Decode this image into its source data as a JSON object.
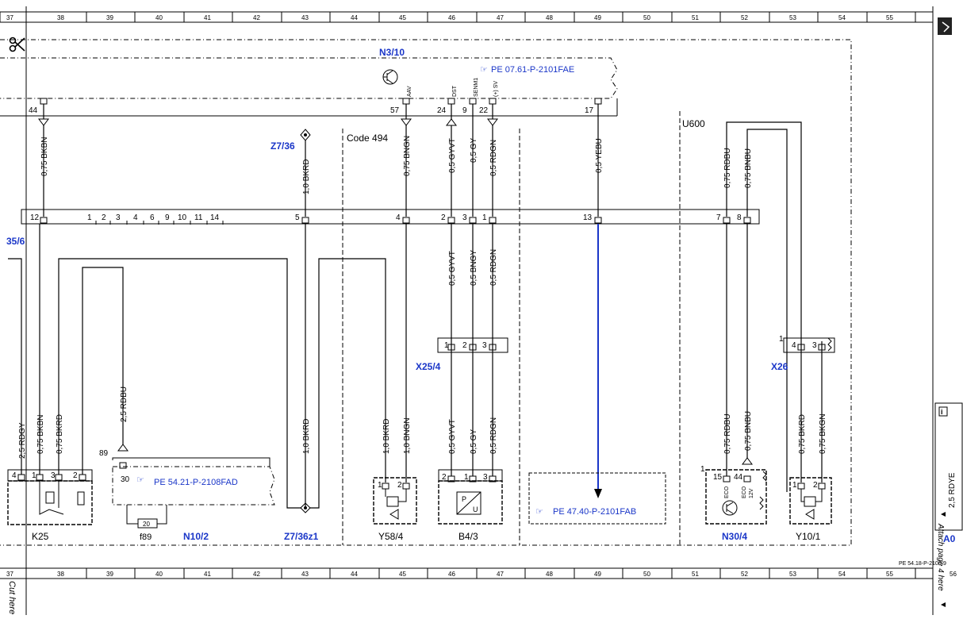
{
  "grid": {
    "columns": [
      "37",
      "38",
      "39",
      "40",
      "41",
      "42",
      "43",
      "44",
      "45",
      "46",
      "47",
      "48",
      "49",
      "50",
      "51",
      "52",
      "53",
      "54",
      "55",
      "56"
    ]
  },
  "modules": {
    "n3_10": {
      "label": "N3/10",
      "ref": "PE 07.61-P-2101FAE"
    },
    "z7_36": "Z7/36",
    "code_494": "Code 494",
    "u600": "U600",
    "x25_4": "X25/4",
    "x26": "X26",
    "k25": "K25",
    "f89": "f89",
    "f89_value": "20",
    "n10_2": {
      "label": "N10/2",
      "ref": "PE 54.21-P-2108FAD"
    },
    "z7_36z1": "Z7/36z1",
    "y58_4": "Y58/4",
    "b4_3": "B4/3",
    "pe_47_40": "PE 47.40-P-2101FAB",
    "n30_4": "N30/4",
    "y10_1": "Y10/1",
    "partial_left": "35/6",
    "partial_right": "A0",
    "doc_id": "PE 54.18-P-2100-9",
    "cut_here": "Cut here",
    "attach_page": "Attach page 4 here",
    "right_wire": "2,5 RDYE"
  },
  "top_connector": {
    "pins": [
      "44",
      "57",
      "24",
      "9",
      "22",
      "17"
    ],
    "signals": [
      "AAV",
      "DST",
      "SENM1",
      "(+) SV"
    ]
  },
  "wires_upper": [
    "0,75 BKBN",
    "1,0 BKRD",
    "0,75 BNGN",
    "0,5 GYVT",
    "0,5 GY",
    "0,5 RDGN",
    "0,5 YEBU",
    "0,75 RDBU",
    "0,75 BNBU"
  ],
  "mid_connector": {
    "pins": [
      "12",
      "5",
      "4",
      "2",
      "3",
      "1",
      "13",
      "7",
      "8"
    ],
    "spare": [
      "1",
      "2",
      "3",
      "4",
      "6",
      "9",
      "10",
      "11",
      "14"
    ]
  },
  "wires_mid": [
    "0,5 GYVT",
    "0,5 BNGY",
    "0,5 RDGN"
  ],
  "x25_4_pins": [
    "1",
    "2",
    "3"
  ],
  "x26_pins": [
    "1",
    "4",
    "3"
  ],
  "wires_lower": [
    "2,5 RDGY",
    "0,75 BKBN",
    "0,75 BKRD",
    "2,5 RDBU",
    "1,0 BKRD",
    "1,0 BKRD",
    "1,0 BNGN",
    "0,5 GYVT",
    "0,5 GY",
    "0,5 RDGN",
    "0,75 RDBU",
    "0,75 BNBU",
    "0,75 BKRD",
    "0,75 BKGN"
  ],
  "bottom_pins": {
    "k25": [
      "4",
      "1",
      "3",
      "2"
    ],
    "n10_2_pin": "30",
    "n10_2_wire_num": "89",
    "y58_4": [
      "1",
      "2"
    ],
    "b4_3": [
      "2",
      "1",
      "3"
    ],
    "n30_4": [
      "1",
      "15",
      "44"
    ],
    "n30_4_signals": [
      "ECO",
      "ECO",
      "12V"
    ],
    "y10_1": [
      "1",
      "2"
    ],
    "b4_3_symbols": [
      "P",
      "U"
    ]
  },
  "colors": {
    "accent": "#1a36c8",
    "line": "#000000",
    "blue_wire": "#1a36c8"
  }
}
